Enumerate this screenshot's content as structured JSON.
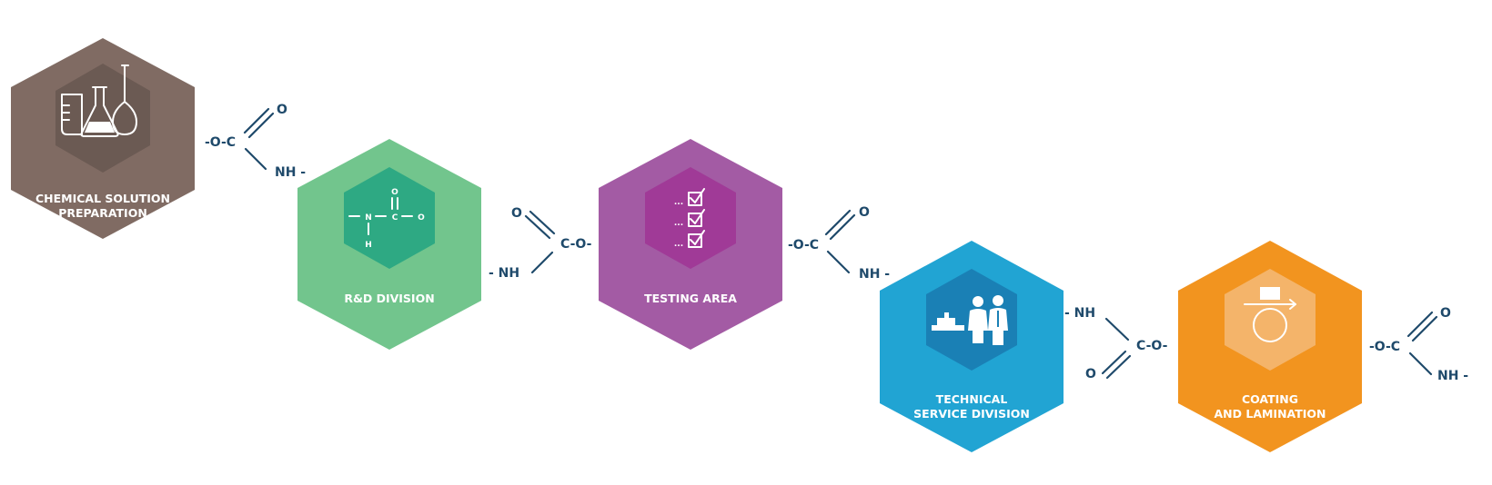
{
  "colors": {
    "chemical": "#806b63",
    "chemical_inner": "#6b5a53",
    "rnd": "#72c58d",
    "rnd_inner": "#2ea983",
    "testing": "#a35ba4",
    "testing_inner": "#a03a97",
    "technical": "#21a4d3",
    "technical_inner": "#1a80b5",
    "coating": "#f2941f",
    "coating_inner": "#f4b46a",
    "bond_text": "#1f4a6b"
  },
  "stations": [
    {
      "id": "chemical",
      "label_lines": [
        "CHEMICAL SOLUTION",
        "PREPARATION"
      ],
      "icon": "lab-flasks-icon"
    },
    {
      "id": "rnd",
      "label_lines": [
        "R&D DIVISION"
      ],
      "icon": "amide-formula-icon",
      "icon_text": {
        "n": "N",
        "c": "C",
        "o_top": "O",
        "o_right": "O",
        "h": "H"
      }
    },
    {
      "id": "testing",
      "label_lines": [
        "TESTING AREA"
      ],
      "icon": "checklist-icon"
    },
    {
      "id": "technical",
      "label_lines": [
        "TECHNICAL",
        "SERVICE DIVISION"
      ],
      "icon": "engineers-icon"
    },
    {
      "id": "coating",
      "label_lines": [
        "COATING",
        "AND LAMINATION"
      ],
      "icon": "roller-icon"
    }
  ],
  "bonds": [
    {
      "left": "-O-C",
      "top": "O",
      "bottom": "NH -"
    },
    {
      "top": "O",
      "left": "- NH",
      "right": "C-O-"
    },
    {
      "left": "-O-C",
      "top": "O",
      "bottom": "NH -"
    },
    {
      "top": "- NH",
      "right": "C-O-",
      "bottom": "O"
    },
    {
      "left": "-O-C",
      "top": "O",
      "bottom": "NH -"
    }
  ]
}
